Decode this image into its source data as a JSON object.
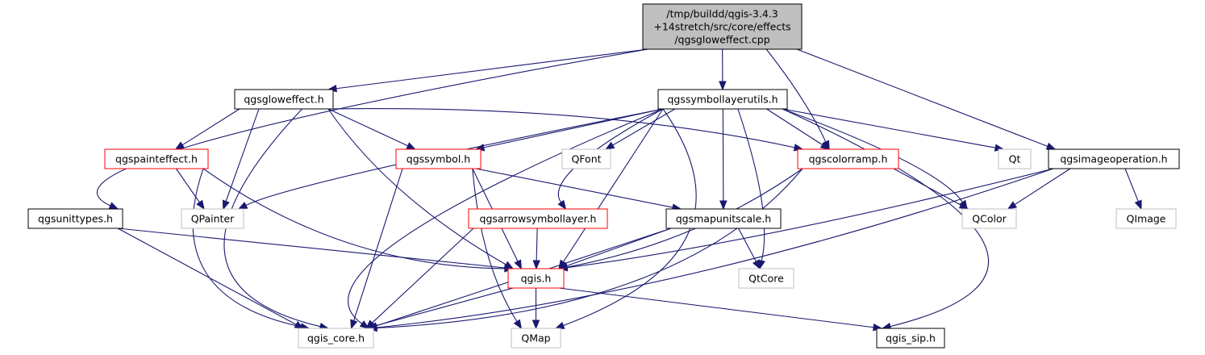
{
  "diagram": {
    "colors": {
      "edge": "#191970",
      "root_fill": "#bfbfbf",
      "border_normal": "#000000",
      "border_incomplete": "#ff0000",
      "border_external": "#bfbfbf"
    },
    "nodes": [
      {
        "id": "root",
        "lines": [
          "/tmp/buildd/qgis-3.4.3",
          "+14stretch/src/core/effects",
          "/qgsgloweffect.cpp"
        ],
        "kind": "root"
      },
      {
        "id": "qgsgloweffect",
        "lines": [
          "qgsgloweffect.h"
        ],
        "kind": "normal"
      },
      {
        "id": "qgssymbollayerutils",
        "lines": [
          "qgssymbollayerutils.h"
        ],
        "kind": "normal"
      },
      {
        "id": "qgsunittypes",
        "lines": [
          "qgsunittypes.h"
        ],
        "kind": "normal"
      },
      {
        "id": "qgscolorramp",
        "lines": [
          "qgscolorramp.h"
        ],
        "kind": "incomplete"
      },
      {
        "id": "qgsimageoperation",
        "lines": [
          "qgsimageoperation.h"
        ],
        "kind": "normal"
      },
      {
        "id": "qgspainteffect",
        "lines": [
          "qgspainteffect.h"
        ],
        "kind": "incomplete"
      },
      {
        "id": "qgssymbol",
        "lines": [
          "qgssymbol.h"
        ],
        "kind": "incomplete"
      },
      {
        "id": "qfont",
        "lines": [
          "QFont"
        ],
        "kind": "external"
      },
      {
        "id": "qt",
        "lines": [
          "Qt"
        ],
        "kind": "external"
      },
      {
        "id": "qpainter",
        "lines": [
          "QPainter"
        ],
        "kind": "external"
      },
      {
        "id": "qgsarrowsymbollayer",
        "lines": [
          "qgsarrowsymbollayer.h"
        ],
        "kind": "incomplete"
      },
      {
        "id": "qgsmapunitscale",
        "lines": [
          "qgsmapunitscale.h"
        ],
        "kind": "normal"
      },
      {
        "id": "qcolor",
        "lines": [
          "QColor"
        ],
        "kind": "external"
      },
      {
        "id": "qimage",
        "lines": [
          "QImage"
        ],
        "kind": "external"
      },
      {
        "id": "qgis",
        "lines": [
          "qgis.h"
        ],
        "kind": "incomplete"
      },
      {
        "id": "qtcore",
        "lines": [
          "QtCore"
        ],
        "kind": "external"
      },
      {
        "id": "qgis_core",
        "lines": [
          "qgis_core.h"
        ],
        "kind": "external"
      },
      {
        "id": "qmap",
        "lines": [
          "QMap"
        ],
        "kind": "external"
      },
      {
        "id": "qgis_sip",
        "lines": [
          "qgis_sip.h"
        ],
        "kind": "normal"
      }
    ],
    "edges": [
      {
        "from": "root",
        "to": "qgsgloweffect"
      },
      {
        "from": "root",
        "to": "qgssymbollayerutils"
      },
      {
        "from": "root",
        "to": "qgsunittypes"
      },
      {
        "from": "root",
        "to": "qgscolorramp"
      },
      {
        "from": "root",
        "to": "qgsimageoperation"
      },
      {
        "from": "qgsgloweffect",
        "to": "qgspainteffect"
      },
      {
        "from": "qgsgloweffect",
        "to": "qgssymbol"
      },
      {
        "from": "qgsgloweffect",
        "to": "qpainter"
      },
      {
        "from": "qgsgloweffect",
        "to": "qgscolorramp"
      },
      {
        "from": "qgsgloweffect",
        "to": "qgis"
      },
      {
        "from": "qgsgloweffect",
        "to": "qgis_core"
      },
      {
        "from": "qgssymbollayerutils",
        "to": "qgssymbol"
      },
      {
        "from": "qgssymbollayerutils",
        "to": "qfont"
      },
      {
        "from": "qgssymbollayerutils",
        "to": "qgscolorramp"
      },
      {
        "from": "qgssymbollayerutils",
        "to": "qt"
      },
      {
        "from": "qgssymbollayerutils",
        "to": "qpainter"
      },
      {
        "from": "qgssymbollayerutils",
        "to": "qgsarrowsymbollayer"
      },
      {
        "from": "qgssymbollayerutils",
        "to": "qgsmapunitscale"
      },
      {
        "from": "qgssymbollayerutils",
        "to": "qcolor"
      },
      {
        "from": "qgssymbollayerutils",
        "to": "qgis"
      },
      {
        "from": "qgssymbollayerutils",
        "to": "qtcore"
      },
      {
        "from": "qgssymbollayerutils",
        "to": "qgis_core"
      },
      {
        "from": "qgssymbollayerutils",
        "to": "qmap"
      },
      {
        "from": "qgssymbollayerutils",
        "to": "qgis_sip"
      },
      {
        "from": "qgspainteffect",
        "to": "qpainter"
      },
      {
        "from": "qgspainteffect",
        "to": "qgis"
      },
      {
        "from": "qgspainteffect",
        "to": "qgis_core"
      },
      {
        "from": "qgssymbol",
        "to": "qgsmapunitscale"
      },
      {
        "from": "qgssymbol",
        "to": "qgis"
      },
      {
        "from": "qgssymbol",
        "to": "qgis_core"
      },
      {
        "from": "qgssymbol",
        "to": "qmap"
      },
      {
        "from": "qgscolorramp",
        "to": "qcolor"
      },
      {
        "from": "qgscolorramp",
        "to": "qgis"
      },
      {
        "from": "qgscolorramp",
        "to": "qgis_core"
      },
      {
        "from": "qgsimageoperation",
        "to": "qcolor"
      },
      {
        "from": "qgsimageoperation",
        "to": "qimage"
      },
      {
        "from": "qgsimageoperation",
        "to": "qgis"
      },
      {
        "from": "qgsimageoperation",
        "to": "qgis_core"
      },
      {
        "from": "qgsarrowsymbollayer",
        "to": "qgis"
      },
      {
        "from": "qgsarrowsymbollayer",
        "to": "qgis_core"
      },
      {
        "from": "qgsmapunitscale",
        "to": "qgis"
      },
      {
        "from": "qgsmapunitscale",
        "to": "qtcore"
      },
      {
        "from": "qgsmapunitscale",
        "to": "qgis_core"
      },
      {
        "from": "qgsunittypes",
        "to": "qgis"
      },
      {
        "from": "qgsunittypes",
        "to": "qgis_core"
      },
      {
        "from": "qgis",
        "to": "qgis_core"
      },
      {
        "from": "qgis",
        "to": "qmap"
      },
      {
        "from": "qgis",
        "to": "qgis_sip"
      }
    ]
  }
}
